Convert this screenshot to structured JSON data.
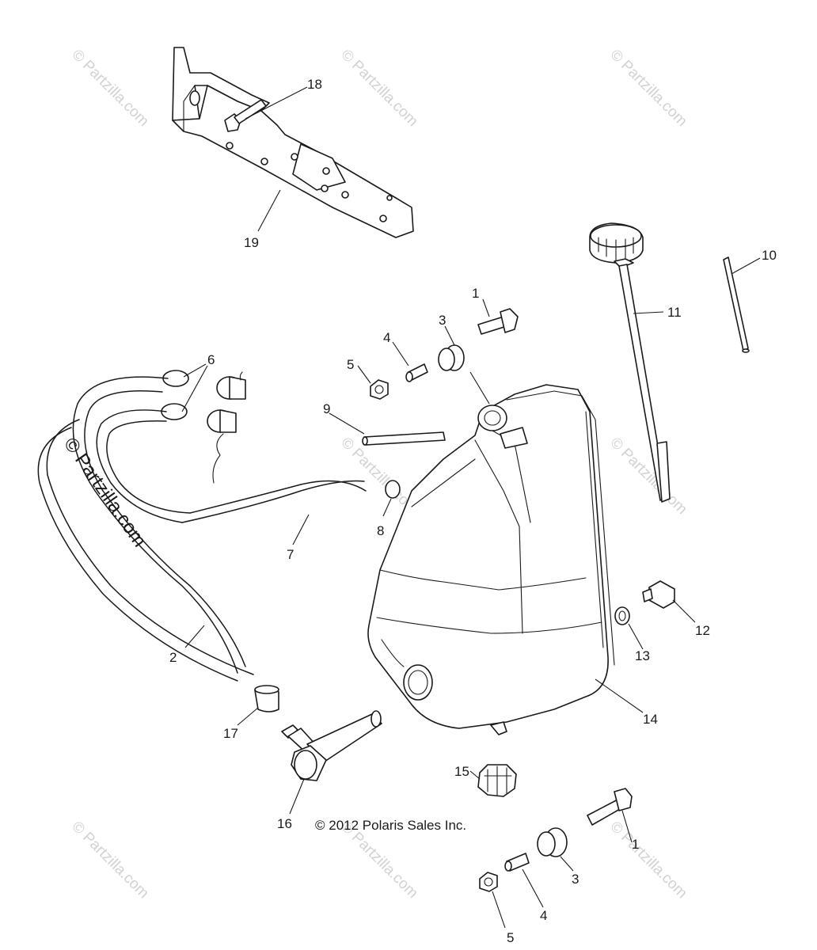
{
  "copyright": "© 2012 Polaris Sales Inc.",
  "watermark": "© Partzilla.com",
  "watermark_main": "© Partzilla.com",
  "callouts": [
    "1",
    "1",
    "2",
    "3",
    "3",
    "4",
    "4",
    "5",
    "5",
    "6",
    "7",
    "8",
    "9",
    "10",
    "11",
    "12",
    "13",
    "14",
    "15",
    "16",
    "17",
    "18",
    "19"
  ]
}
